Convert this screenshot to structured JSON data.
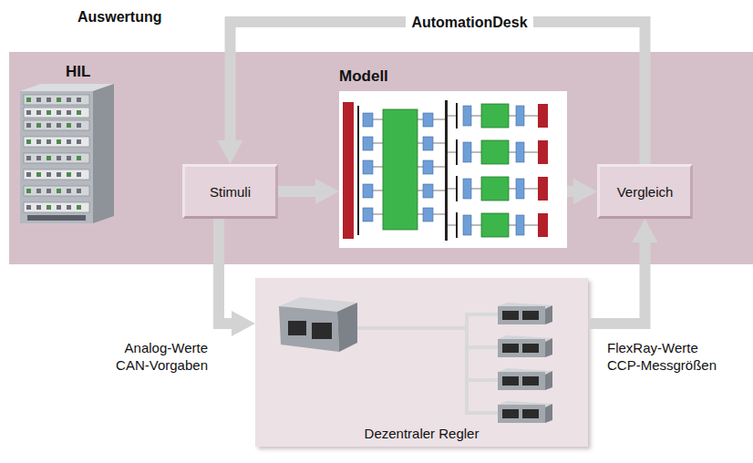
{
  "diagram": {
    "nodes": [
      {
        "text": [
          "HIL"
        ]
      },
      {
        "text": [
          "Stimuli"
        ],
        "in": 0
      },
      {
        "text": [
          "Modell"
        ],
        "in": 0
      },
      {
        "text": [
          "Vergleich"
        ],
        "in": 0
      },
      {
        "text": [
          "Dezentraler Regler"
        ]
      }
    ],
    "edges": [
      {
        "from": 1,
        "to": 2,
        "arrow": "to"
      },
      {
        "from": 2,
        "to": 3,
        "arrow": "to"
      },
      {
        "from": 1,
        "to": 4,
        "arrow": "to",
        "label": "Analog-Werte CAN-Vorgaben"
      },
      {
        "from": 4,
        "to": 3,
        "arrow": "to",
        "label": "FlexRay-Werte CCP-Messgrößen"
      },
      {
        "from": 3,
        "to": 1,
        "arrow": "to",
        "label": "AutomationDesk"
      }
    ],
    "labels": [
      "Auswertung"
    ]
  }
}
